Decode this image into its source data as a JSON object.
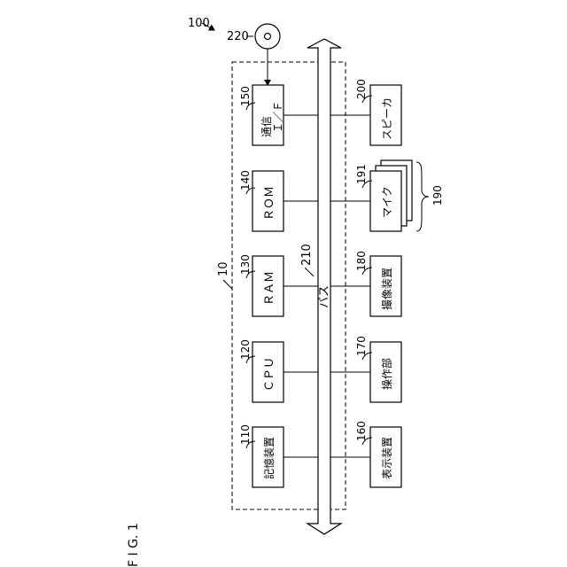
{
  "figure": {
    "label": "F I G. 1",
    "system_ref": "100",
    "computer_ref": "10",
    "disc_ref": "220",
    "bus_ref": "210",
    "bus_label": "バス",
    "mic_group_ref": "190"
  },
  "left_blocks": [
    {
      "ref": "150",
      "label_lines": [
        "通信",
        "Ｉ／Ｆ"
      ]
    },
    {
      "ref": "140",
      "label_lines": [
        "ＲＯＭ"
      ]
    },
    {
      "ref": "130",
      "label_lines": [
        "ＲＡＭ"
      ]
    },
    {
      "ref": "120",
      "label_lines": [
        "ＣＰＵ"
      ]
    },
    {
      "ref": "110",
      "label_lines": [
        "記憶装置"
      ]
    }
  ],
  "right_blocks": [
    {
      "ref": "200",
      "label_lines": [
        "スピーカ"
      ]
    },
    {
      "ref": "191",
      "label_lines": [
        "マイク"
      ]
    },
    {
      "ref": "180",
      "label_lines": [
        "撮像装置"
      ]
    },
    {
      "ref": "170",
      "label_lines": [
        "操作部"
      ]
    },
    {
      "ref": "160",
      "label_lines": [
        "表示装置"
      ]
    }
  ]
}
